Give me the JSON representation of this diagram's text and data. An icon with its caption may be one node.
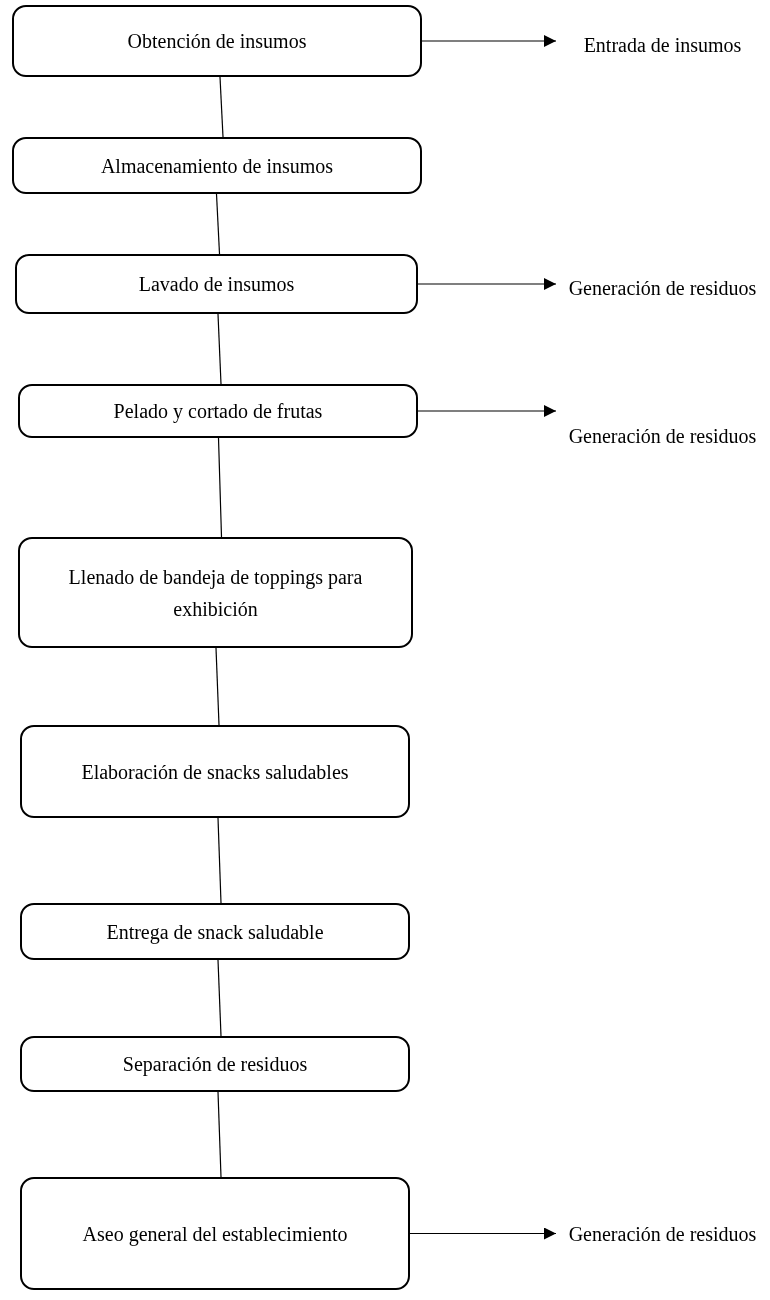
{
  "diagram": {
    "nodes": [
      {
        "text": [
          "Obtención de insumos"
        ]
      },
      {
        "text": [
          "Entrada de insumos"
        ]
      },
      {
        "text": [
          "Almacenamiento de insumos"
        ]
      },
      {
        "text": [
          "Lavado de insumos"
        ]
      },
      {
        "text": [
          "Generación de residuos"
        ]
      },
      {
        "text": [
          "Pelado y cortado de frutas"
        ]
      },
      {
        "text": [
          "Generación de residuos"
        ]
      },
      {
        "text": [
          "Llenado de bandeja de toppings para exhibición"
        ]
      },
      {
        "text": [
          "Elaboración de snacks saludables"
        ]
      },
      {
        "text": [
          "Entrega de snack saludable"
        ]
      },
      {
        "text": [
          "Separación de residuos"
        ]
      },
      {
        "text": [
          "Aseo general del establecimiento"
        ]
      },
      {
        "text": [
          "Generación de residuos"
        ]
      }
    ],
    "edges": [
      {
        "from": 0,
        "to": 1,
        "arrow": "to"
      },
      {
        "from": 0,
        "to": 2,
        "arrow": "none"
      },
      {
        "from": 2,
        "to": 3,
        "arrow": "none"
      },
      {
        "from": 3,
        "to": 4,
        "arrow": "to"
      },
      {
        "from": 3,
        "to": 5,
        "arrow": "none"
      },
      {
        "from": 5,
        "to": 6,
        "arrow": "to"
      },
      {
        "from": 5,
        "to": 7,
        "arrow": "none"
      },
      {
        "from": 7,
        "to": 8,
        "arrow": "none"
      },
      {
        "from": 8,
        "to": 9,
        "arrow": "none"
      },
      {
        "from": 9,
        "to": 10,
        "arrow": "none"
      },
      {
        "from": 10,
        "to": 11,
        "arrow": "none"
      },
      {
        "from": 11,
        "to": 12,
        "arrow": "to"
      }
    ]
  }
}
